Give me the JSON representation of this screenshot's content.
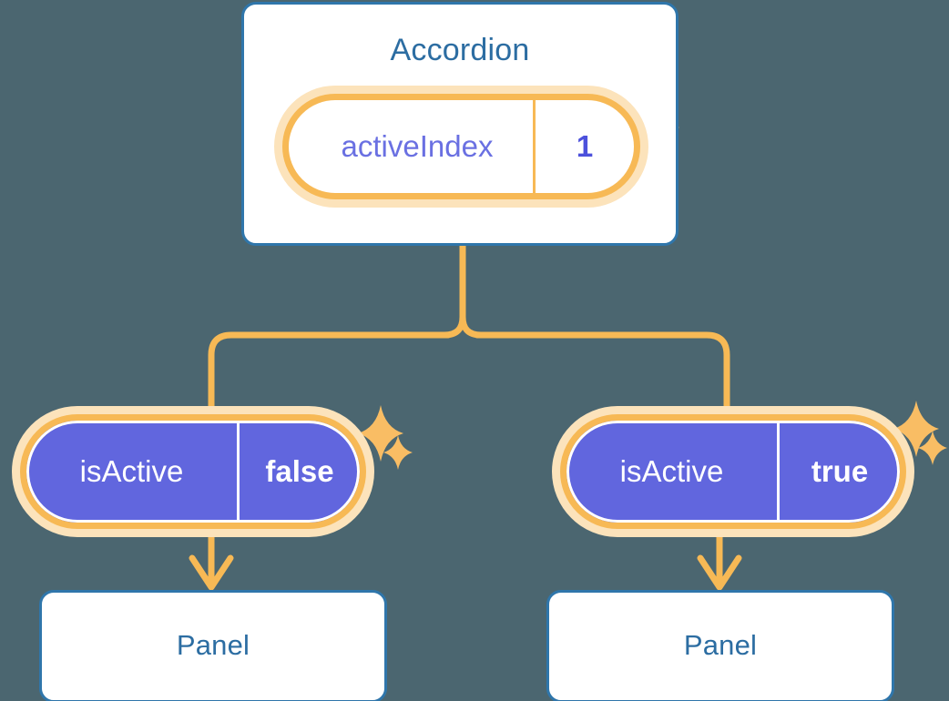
{
  "theme": {
    "background": "#4b6670",
    "card_border": "#2f76ab",
    "card_fill": "#ffffff",
    "title_text": "#2c6da2",
    "pill_ring": "#f7b955",
    "pill_glow": "#fce3bb",
    "pill_purple_fill": "#6166de",
    "state_key_text": "#6a70e2",
    "state_value_text": "#4c51dc",
    "connector": "#f7b955",
    "sparkle": "#f9bd64"
  },
  "diagram": {
    "type": "component-tree",
    "root": {
      "title": "Accordion",
      "state": {
        "key": "activeIndex",
        "value": "1"
      }
    },
    "branches": [
      {
        "side": "left",
        "state": {
          "key": "isActive",
          "value": "false"
        },
        "child": {
          "title": "Panel"
        }
      },
      {
        "side": "right",
        "state": {
          "key": "isActive",
          "value": "true"
        },
        "child": {
          "title": "Panel"
        }
      }
    ]
  }
}
